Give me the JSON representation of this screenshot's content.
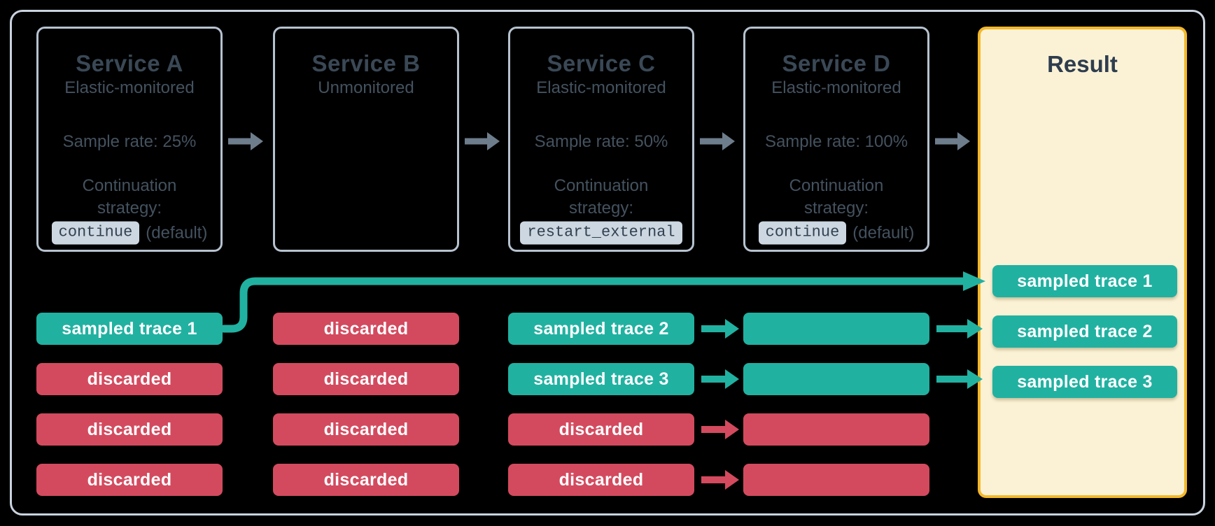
{
  "colors": {
    "background": "#000000",
    "outer_border": "#c9d3df",
    "service_border": "#b6c2cf",
    "title_text": "#3a4856",
    "body_text": "#44525f",
    "chip_bg": "#ccd7e2",
    "chip_text": "#33414f",
    "flow_arrow": "#6e7d8c",
    "sampled": "#21b1a1",
    "discarded": "#d34a5e",
    "pill_text": "#ffffff",
    "result_border": "#f3b82a",
    "result_bg": "#fbf2d6",
    "result_title_text": "#2e3d4e"
  },
  "services": [
    {
      "id": "a",
      "title": "Service A",
      "subtitle": "Elastic-monitored",
      "sample_rate": "Sample rate: 25%",
      "continuation_label": [
        "Continuation",
        "strategy:"
      ],
      "strategy_chip": "continue",
      "strategy_suffix": "(default)"
    },
    {
      "id": "b",
      "title": "Service B",
      "subtitle": "Unmonitored"
    },
    {
      "id": "c",
      "title": "Service C",
      "subtitle": "Elastic-monitored",
      "sample_rate": "Sample rate: 50%",
      "continuation_label": [
        "Continuation",
        "strategy:"
      ],
      "strategy_chip": "restart_external"
    },
    {
      "id": "d",
      "title": "Service D",
      "subtitle": "Elastic-monitored",
      "sample_rate": "Sample rate: 100%",
      "continuation_label": [
        "Continuation",
        "strategy:"
      ],
      "strategy_chip": "continue",
      "strategy_suffix": "(default)"
    }
  ],
  "trace_columns": [
    {
      "service": "a",
      "pills": [
        {
          "label": "sampled trace 1",
          "status": "sampled"
        },
        {
          "label": "discarded",
          "status": "discarded"
        },
        {
          "label": "discarded",
          "status": "discarded"
        },
        {
          "label": "discarded",
          "status": "discarded"
        }
      ]
    },
    {
      "service": "b",
      "pills": [
        {
          "label": "discarded",
          "status": "discarded"
        },
        {
          "label": "discarded",
          "status": "discarded"
        },
        {
          "label": "discarded",
          "status": "discarded"
        },
        {
          "label": "discarded",
          "status": "discarded"
        }
      ]
    },
    {
      "service": "c",
      "pills": [
        {
          "label": "sampled trace 2",
          "status": "sampled"
        },
        {
          "label": "sampled trace 3",
          "status": "sampled"
        },
        {
          "label": "discarded",
          "status": "discarded"
        },
        {
          "label": "discarded",
          "status": "discarded"
        }
      ]
    },
    {
      "service": "d",
      "pills": [
        {
          "label": "",
          "status": "sampled"
        },
        {
          "label": "",
          "status": "sampled"
        },
        {
          "label": "",
          "status": "discarded"
        },
        {
          "label": "",
          "status": "discarded"
        }
      ]
    }
  ],
  "result": {
    "title": "Result",
    "pills": [
      {
        "label": "sampled trace 1",
        "status": "sampled"
      },
      {
        "label": "sampled trace 2",
        "status": "sampled"
      },
      {
        "label": "sampled trace 3",
        "status": "sampled"
      }
    ]
  }
}
